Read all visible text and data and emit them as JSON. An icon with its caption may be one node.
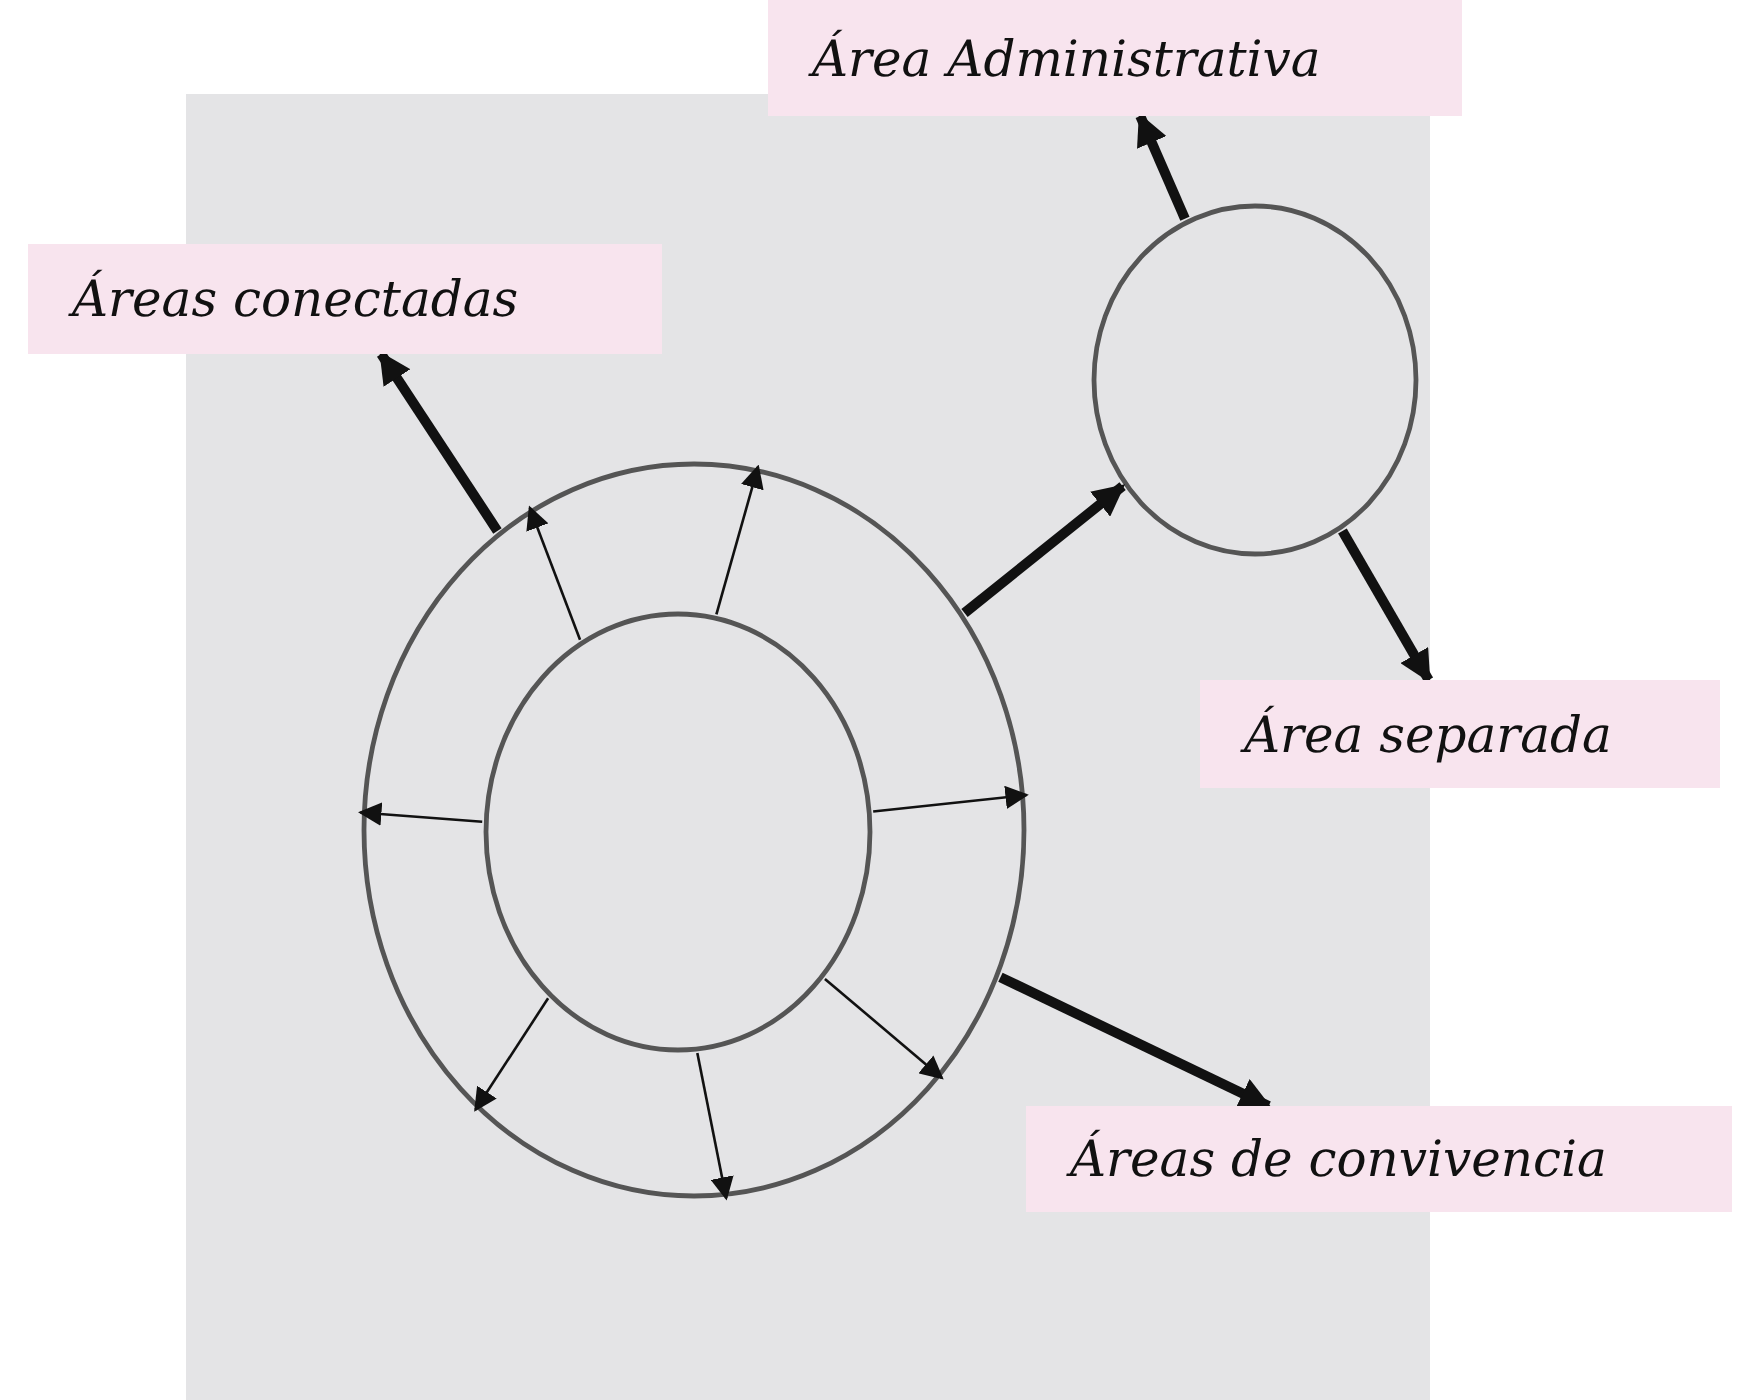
{
  "diagram": {
    "nodes": [
      {
        "text": [
          "Áreas conectadas"
        ]
      },
      {
        "text": [
          "Área Administrativa"
        ]
      },
      {
        "text": [
          "Área separada"
        ]
      },
      {
        "text": [
          "Áreas de convivencia"
        ]
      },
      {
        "text": [],
        "shape": "circle"
      },
      {
        "text": [],
        "shape": "circle",
        "in": 4
      },
      {
        "text": [],
        "shape": "circle"
      }
    ],
    "edges": [
      {
        "from": 4,
        "to": 0,
        "arrow": "to",
        "style": "thick"
      },
      {
        "from": 6,
        "to": 1,
        "arrow": "to",
        "style": "thick"
      },
      {
        "from": 4,
        "to": 6,
        "arrow": "to",
        "style": "thick"
      },
      {
        "from": 6,
        "to": 2,
        "arrow": "to",
        "style": "thick"
      },
      {
        "from": 4,
        "to": 3,
        "arrow": "to",
        "style": "thick"
      },
      {
        "from": 5,
        "to": 4,
        "arrow": "to"
      },
      {
        "from": 5,
        "to": 4,
        "arrow": "to"
      },
      {
        "from": 5,
        "to": 4,
        "arrow": "to"
      },
      {
        "from": 5,
        "to": 4,
        "arrow": "to"
      },
      {
        "from": 5,
        "to": 4,
        "arrow": "to"
      },
      {
        "from": 5,
        "to": 4,
        "arrow": "to"
      },
      {
        "from": 5,
        "to": 4,
        "arrow": "to"
      }
    ]
  }
}
